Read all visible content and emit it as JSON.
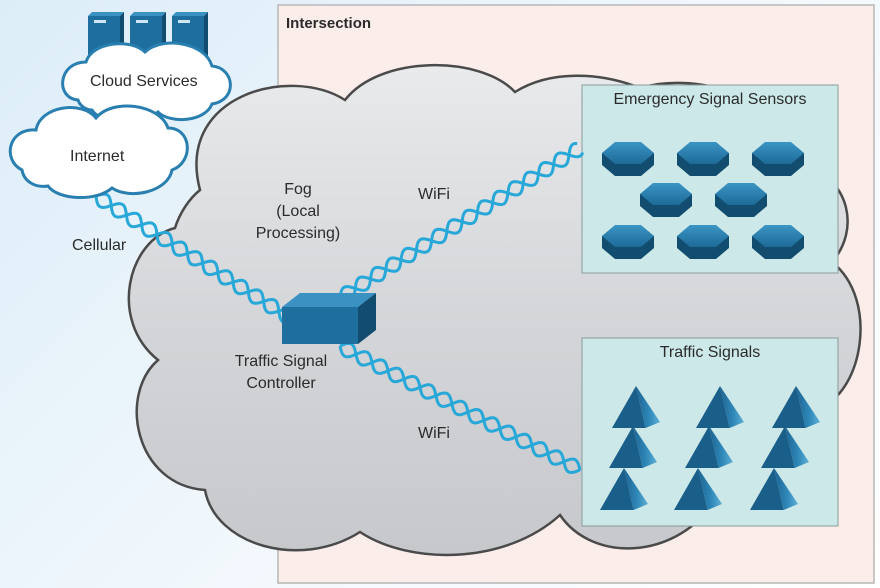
{
  "diagram": {
    "intersection_title": "Intersection",
    "cloud_services": "Cloud Services",
    "internet": "Internet",
    "cellular": "Cellular",
    "fog_line1": "Fog",
    "fog_line2": "(Local",
    "fog_line3": "Processing)",
    "wifi_top": "WiFi",
    "wifi_bottom": "WiFi",
    "controller_line1": "Traffic Signal",
    "controller_line2": "Controller",
    "sensors_title": "Emergency Signal Sensors",
    "signals_title": "Traffic Signals"
  },
  "colors": {
    "device_blue": "#1f6f9e",
    "device_dark": "#124d70",
    "wave_blue": "#27a8d8",
    "cloud_outline": "#2a7fb1",
    "panel_teal": "#cde8e8",
    "intersection_bg": "#fbeeea",
    "fog_gray": "#d5d7da"
  },
  "icons": [
    "server-icon",
    "cloud-icon",
    "sensor-icon",
    "traffic-signal-icon",
    "controller-icon"
  ]
}
